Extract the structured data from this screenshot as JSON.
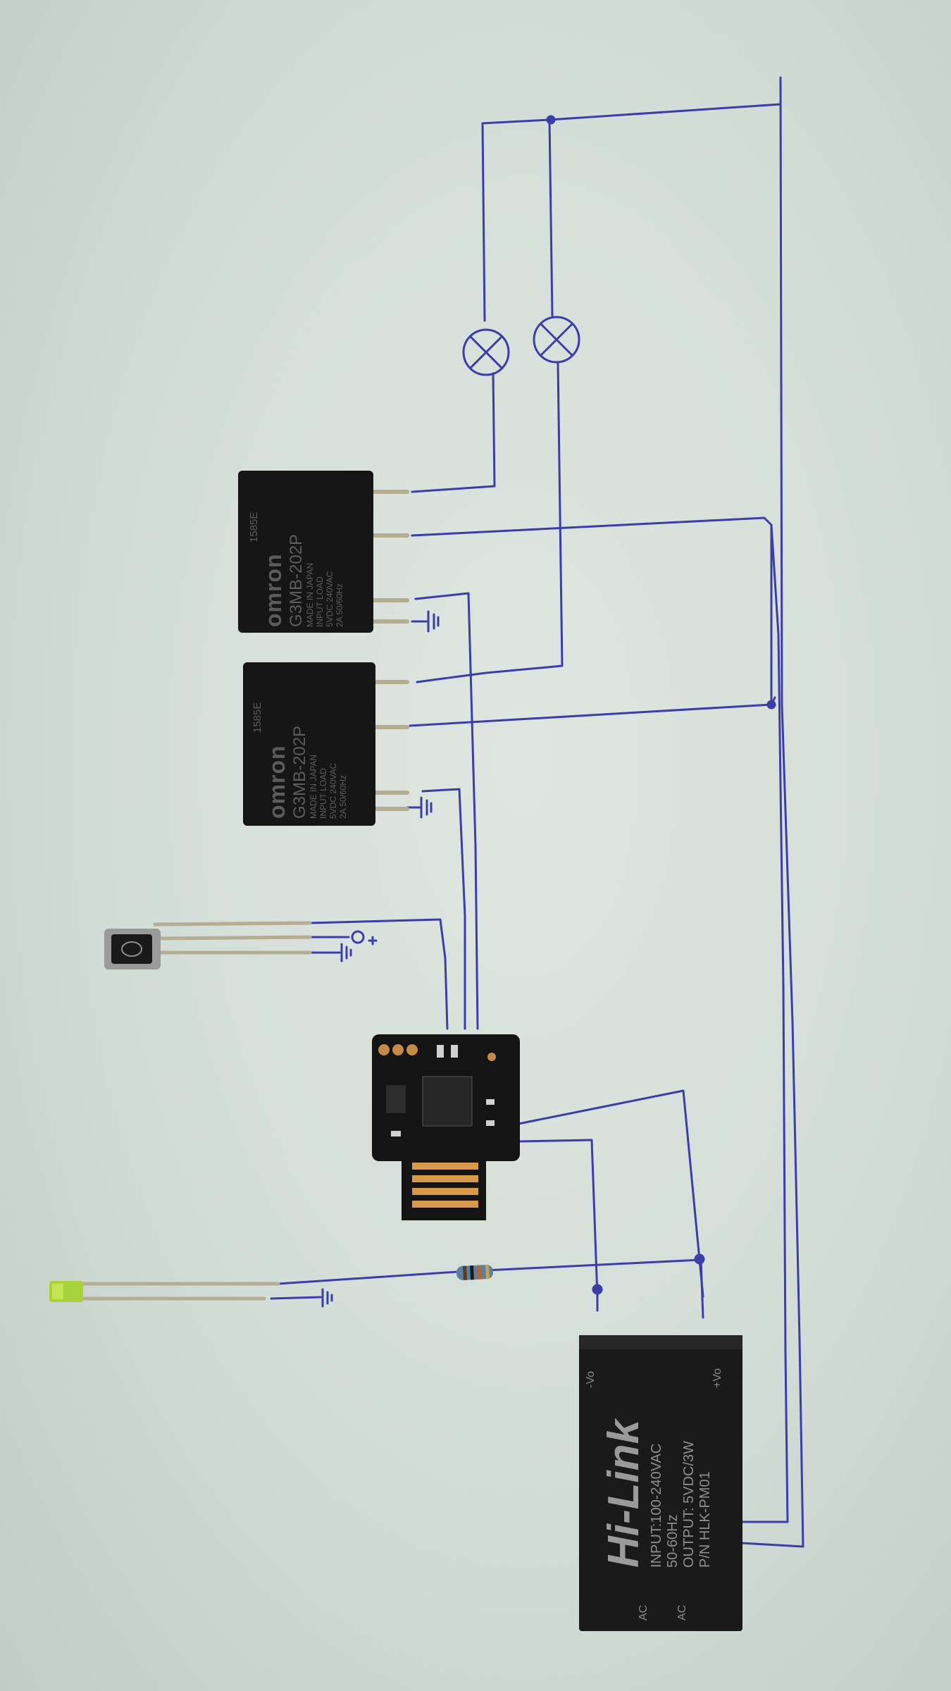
{
  "relay_top": {
    "brand": "omron",
    "model": "G3MB-202P",
    "lines": [
      "MADE IN JAPAN",
      "INPUT  LOAD",
      "5VDC  240VAC",
      "2A 50/60Hz"
    ],
    "code": "1585E"
  },
  "relay_bottom": {
    "brand": "omron",
    "model": "G3MB-202P",
    "lines": [
      "MADE IN JAPAN",
      "INPUT  LOAD",
      "5VDC  240VAC",
      "2A 50/60Hz"
    ],
    "code": "1585E"
  },
  "power_module": {
    "brand": "Hi-Link",
    "input": "INPUT:100-240VAC",
    "freq": "50-60Hz",
    "output": "OUTPUT: 5VDC/3W",
    "part": "P/N HLK-PM01",
    "pin_ac1": "AC",
    "pin_ac2": "AC",
    "pin_vo_minus": "-Vo",
    "pin_vo_plus": "+Vo"
  },
  "colors": {
    "ink": "#3b3ea8",
    "component": "#161616",
    "lead": "#b5ad92"
  }
}
